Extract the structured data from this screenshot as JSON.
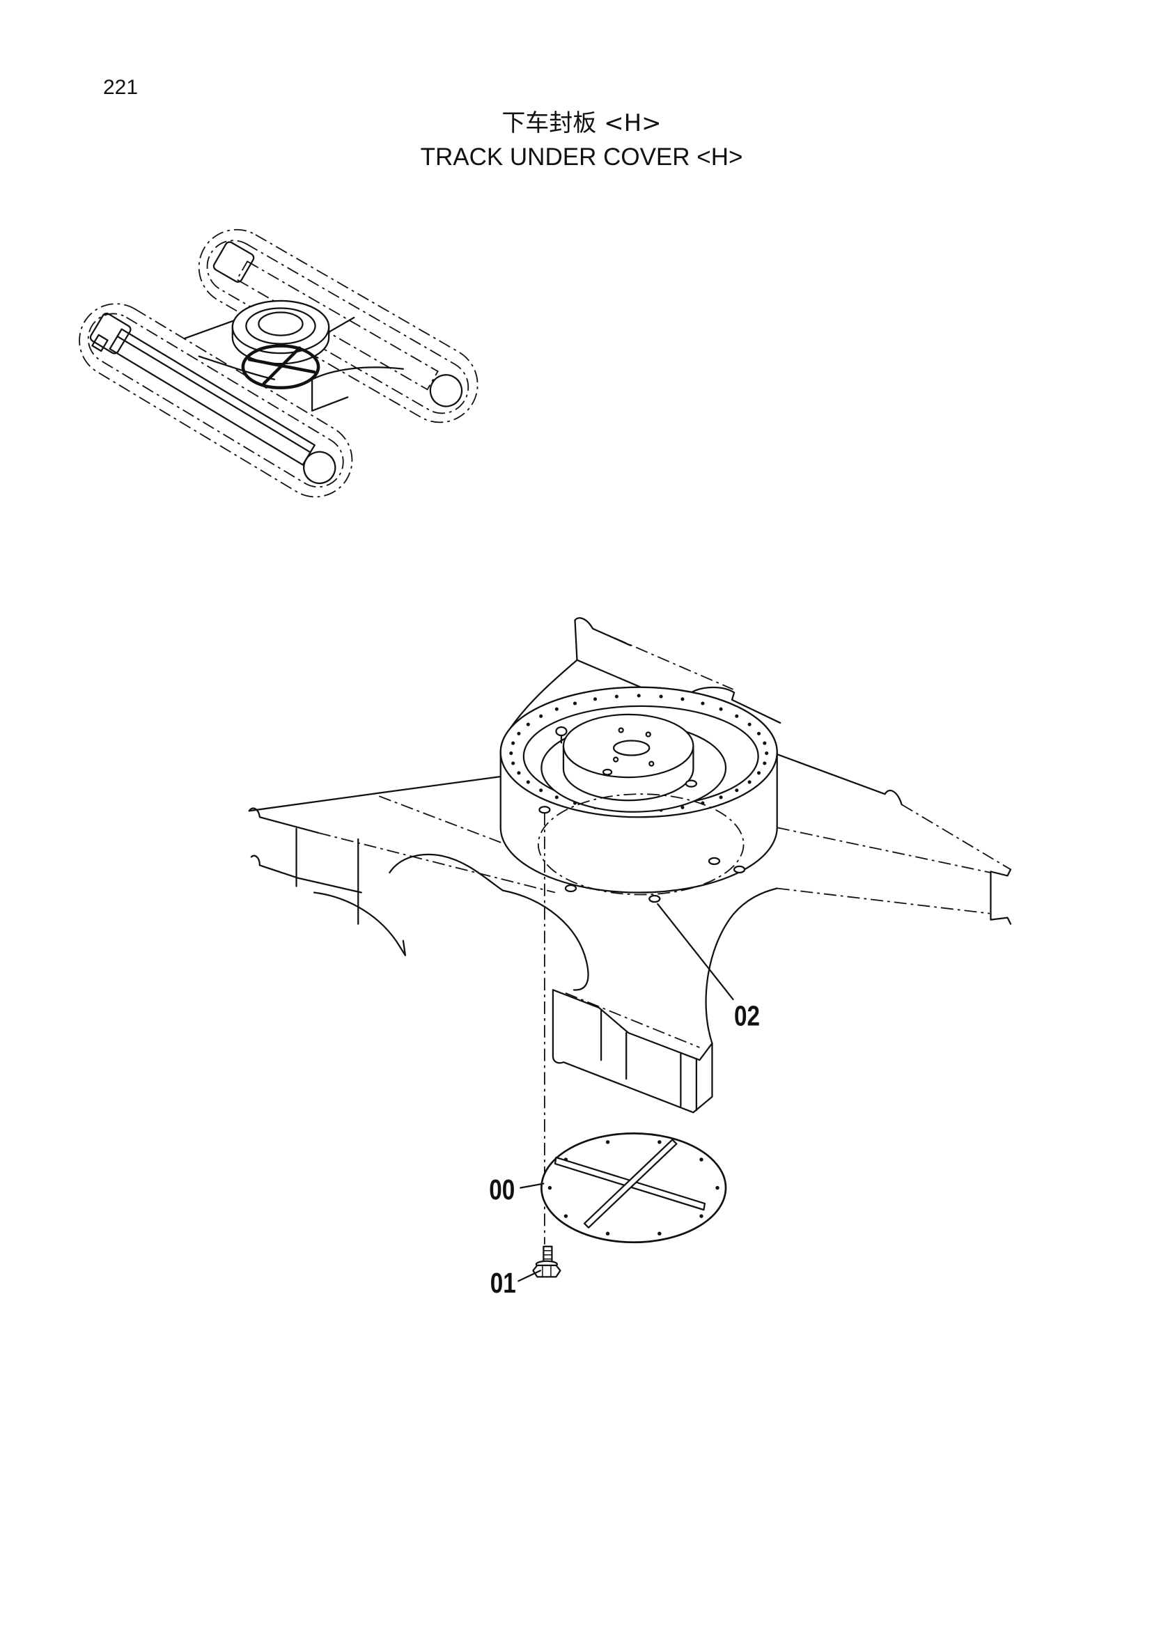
{
  "page": {
    "number": "221"
  },
  "title": {
    "line1": "下车封板 <H>",
    "line2": "TRACK UNDER COVER <H>"
  },
  "callouts": [
    "02",
    "00",
    "01"
  ],
  "colors": {
    "ink": "#111111",
    "paper": "#ffffff"
  }
}
